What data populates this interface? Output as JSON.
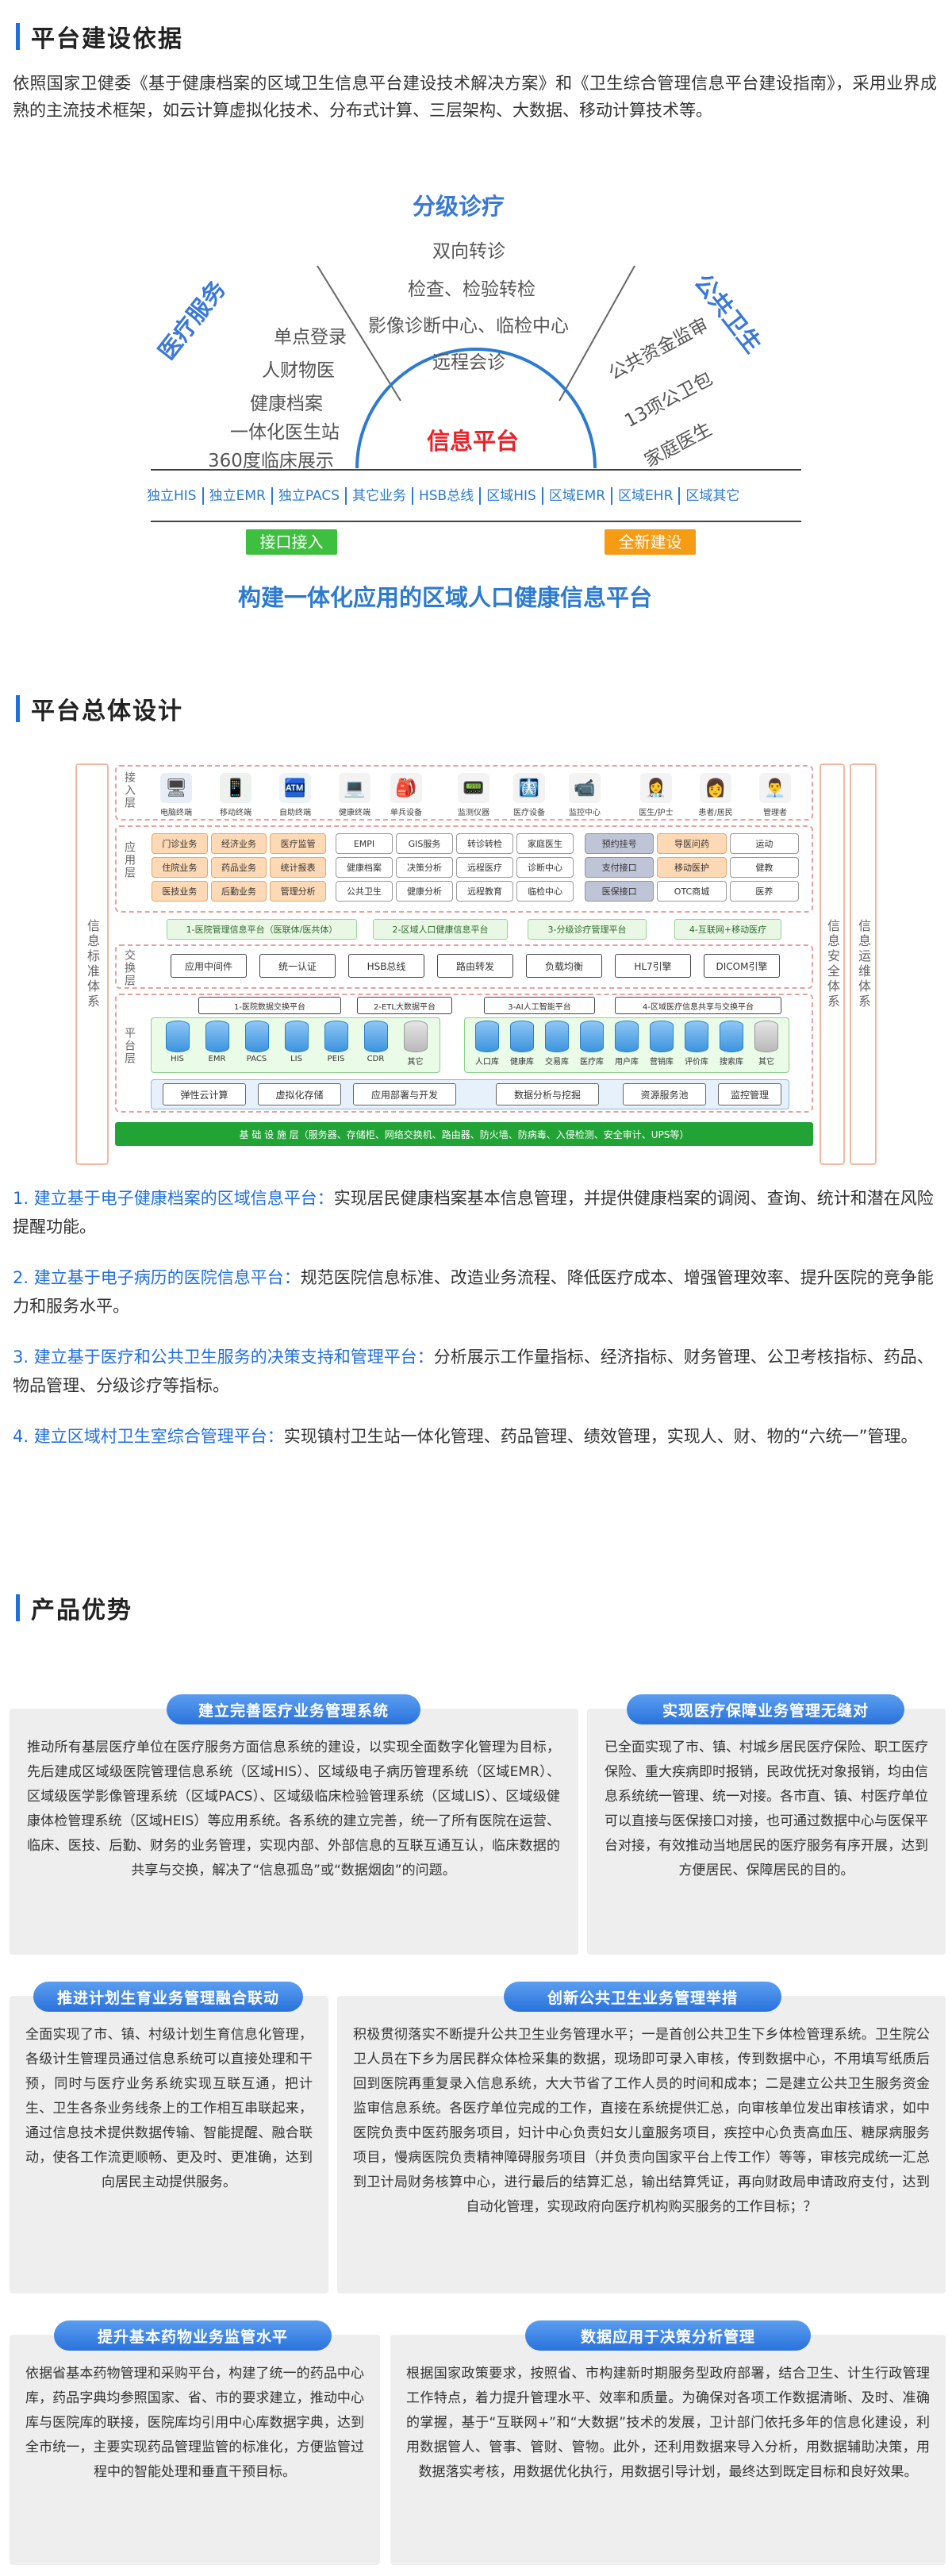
{
  "section1": {
    "title": "平台建设依据",
    "intro": "依照国家卫健委《基于健康档案的区域卫生信息平台建设技术解决方案》和《卫生综合管理信息平台建设指南》，采用业界成熟的主流技术框架，如云计算虚拟化技术、分布式计算、三层架构、大数据、移动计算技术等。"
  },
  "diagram1": {
    "top_title": "分级诊疗",
    "top_items": [
      "双向转诊",
      "检查、检验转检",
      "影像诊断中心、临检中心",
      "远程会诊"
    ],
    "left_title": "医疗服务",
    "left_items": [
      "单点登录",
      "人财物医",
      "健康档案",
      "一体化医生站",
      "360度临床展示"
    ],
    "right_title": "公共卫生",
    "right_items": [
      "公共资金监审",
      "13项公卫包",
      "家庭医生"
    ],
    "center": "信息平台",
    "modules": [
      "独立HIS",
      "独立EMR",
      "独立PACS",
      "其它业务",
      "HSB总线",
      "区域HIS",
      "区域EMR",
      "区域EHR",
      "区域其它"
    ],
    "left_button": "接口接入",
    "right_button": "全新建设",
    "bottom_title": "构建一体化应用的区域人口健康信息平台"
  },
  "section2": {
    "title": "平台总体设计"
  },
  "diagram2": {
    "left_outer": "信息标准体系",
    "right_inner": "信息安全体系",
    "right_outer": "信息运维体系",
    "access_layer": "接入层",
    "app_layer": "应用层",
    "exchange_layer": "交换层",
    "platform_layer": "平台层",
    "devices": [
      "电脑终端",
      "移动终端",
      "自助终端",
      "健康终端",
      "单兵设备",
      "监测仪器",
      "医疗设备",
      "监控中心",
      "医生/护士",
      "患者/居民",
      "管理者"
    ],
    "apps_left": [
      [
        "门诊业务",
        "经济业务",
        "医疗监管"
      ],
      [
        "住院业务",
        "药品业务",
        "统计报表"
      ],
      [
        "医技业务",
        "后勤业务",
        "管理分析"
      ]
    ],
    "apps_mid": [
      [
        "EMPI",
        "GIS服务",
        "转诊转检",
        "家庭医生"
      ],
      [
        "健康档案",
        "决策分析",
        "远程医疗",
        "诊断中心"
      ],
      [
        "公共卫生",
        "健康分析",
        "远程教育",
        "临检中心"
      ]
    ],
    "apps_right": [
      [
        "预约挂号",
        "导医问药",
        "运动"
      ],
      [
        "支付接口",
        "移动医护",
        "健教"
      ],
      [
        "医保接口",
        "OTC商城",
        "医养"
      ]
    ],
    "platforms": [
      "1-医院管理信息平台（医联体/医共体）",
      "2-区域人口健康信息平台",
      "3-分级诊疗管理平台",
      "4-互联网+移动医疗"
    ],
    "exchange": [
      "应用中间件",
      "统一认证",
      "HSB总线",
      "路由转发",
      "负载均衡",
      "HL7引擎",
      "DICOM引擎"
    ],
    "exchange_sub": [
      "1-医院数据交换平台",
      "2-ETL大数据平台",
      "3-AI人工智能平台",
      "4-区域医疗信息共享与交换平台"
    ],
    "db_left": [
      "HIS",
      "EMR",
      "PACS",
      "LIS",
      "PEIS",
      "CDR",
      "其它"
    ],
    "db_right": [
      "人口库",
      "健康库",
      "交易库",
      "医疗库",
      "用户库",
      "营销库",
      "评价库",
      "搜索库",
      "其它"
    ],
    "services": [
      "弹性云计算",
      "虚拟化存储",
      "应用部署与开发",
      "数据分析与挖掘",
      "资源服务池",
      "监控管理"
    ],
    "base": "基 础 设 施 层（服务器、存储柜、网络交换机、路由器、防火墙、防病毒、入侵检测、安全审计、UPS等）"
  },
  "features": [
    {
      "key": "1. 建立基于电子健康档案的区域信息平台：",
      "text": "实现居民健康档案基本信息管理，并提供健康档案的调阅、查询、统计和潜在风险提醒功能。"
    },
    {
      "key": "2. 建立基于电子病历的医院信息平台：",
      "text": "规范医院信息标准、改造业务流程、降低医疗成本、增强管理效率、提升医院的竞争能力和服务水平。"
    },
    {
      "key": "3. 建立基于医疗和公共卫生服务的决策支持和管理平台：",
      "text": "分析展示工作量指标、经济指标、财务管理、公卫考核指标、药品、物品管理、分级诊疗等指标。"
    },
    {
      "key": "4. 建立区域村卫生室综合管理平台：",
      "text": "实现镇村卫生站一体化管理、药品管理、绩效管理，实现人、财、物的“六统一”管理。"
    }
  ],
  "section3": {
    "title": "产品优势"
  },
  "cards": [
    {
      "title": "建立完善医疗业务管理系统",
      "text": "推动所有基层医疗单位在医疗服务方面信息系统的建设，以实现全面数字化管理为目标，先后建成区域级医院管理信息系统（区域HIS）、区域级电子病历管理系统（区域EMR）、区域级医学影像管理系统（区域PACS）、区域级临床检验管理系统（区域LIS）、区域级健康体检管理系统（区域HEIS）等应用系统。各系统的建立完善，统一了所有医院在运营、临床、医技、后勤、财务的业务管理，实现内部、外部信息的互联互通互认，临床数据的共享与交换，解决了“信息孤岛”或“数据烟囱”的问题。"
    },
    {
      "title": "实现医疗保障业务管理无缝对",
      "text": "已全面实现了市、镇、村城乡居民医疗保险、职工医疗保险、重大疾病即时报销，民政优抚对象报销，均由信息系统统一管理、统一对接。各市直、镇、村医疗单位可以直接与医保接口对接，也可通过数据中心与医保平台对接，有效推动当地居民的医疗服务有序开展，达到方便居民、保障居民的目的。"
    },
    {
      "title": "推进计划生育业务管理融合联动",
      "text": "全面实现了市、镇、村级计划生育信息化管理，各级计生管理员通过信息系统可以直接处理和干预，同时与医疗业务系统实现互联互通，把计生、卫生各条业务线条上的工作相互串联起来，通过信息技术提供数据传输、智能提醒、融合联动，使各工作流更顺畅、更及时、更准确，达到向居民主动提供服务。"
    },
    {
      "title": "创新公共卫生业务管理举措",
      "text": "积极贯彻落实不断提升公共卫生业务管理水平；一是首创公共卫生下乡体检管理系统。卫生院公卫人员在下乡为居民群众体检采集的数据，现场即可录入审核，传到数据中心，不用填写纸质后回到医院再重复录入信息系统，大大节省了工作人员的时间和成本；二是建立公共卫生服务资金监审信息系统。各医疗单位完成的工作，直接在系统提供汇总，向审核单位发出审核请求，如中医院负责中医药服务项目，妇计中心负责妇女儿童服务项目，疾控中心负责高血压、糖尿病服务项目，慢病医院负责精神障碍服务项目（并负责向国家平台上传工作）等等，审核完成统一汇总到卫计局财务核算中心，进行最后的结算汇总，输出结算凭证，再向财政局申请政府支付，达到自动化管理，实现政府向医疗机构购买服务的工作目标；？"
    },
    {
      "title": "提升基本药物业务监管水平",
      "text": "依据省基本药物管理和采购平台，构建了统一的药品中心库，药品字典均参照国家、省、市的要求建立，推动中心库与医院库的联接，医院库均引用中心库数据字典，达到全市统一，主要实现药品管理监管的标准化，方便监管过程中的智能处理和垂直干预目标。"
    },
    {
      "title": "数据应用于决策分析管理",
      "text": "根据国家政策要求，按照省、市构建新时期服务型政府部署，结合卫生、计生行政管理工作特点，着力提升管理水平、效率和质量。为确保对各项工作数据清晰、及时、准确的掌握，基于“互联网+”和“大数据”技术的发展，卫计部门依托多年的信息化建设，利用数据管人、管事、管财、管物。此外，还利用数据来导入分析，用数据辅助决策，用数据落实考核，用数据优化执行，用数据引导计划，最终达到既定目标和良好效果。"
    }
  ]
}
